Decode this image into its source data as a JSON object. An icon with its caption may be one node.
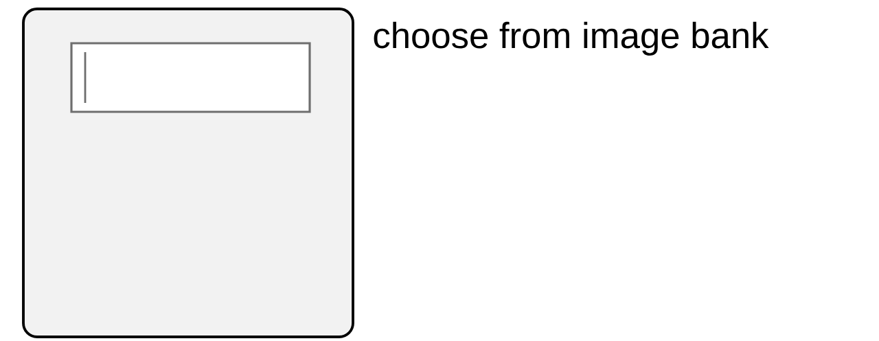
{
  "diagram": {
    "nodes": [
      {
        "text": [],
        "shape": "box"
      },
      {
        "text": [],
        "shape": "field",
        "in": 0
      }
    ],
    "labels": [
      "choose from image bank"
    ]
  }
}
